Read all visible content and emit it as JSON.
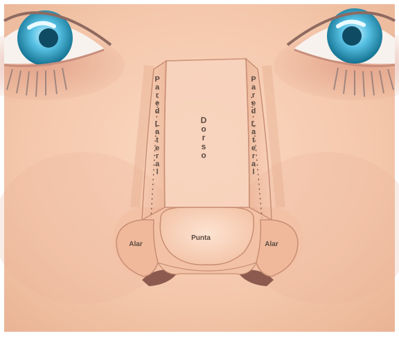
{
  "labels": {
    "pared_lateral_left": "Pared Lateral",
    "dorso": "Dorso",
    "pared_lateral_right": "Pared Lateral",
    "punta": "Punta",
    "alar_left": "Alar",
    "alar_right": "Alar"
  },
  "colors": {
    "skin": "#f6cdb2",
    "skin_shadow": "#e8aa8c",
    "region_outline": "#c88e74",
    "iris": "#38a8cf",
    "label_text": "#5a4a42"
  }
}
